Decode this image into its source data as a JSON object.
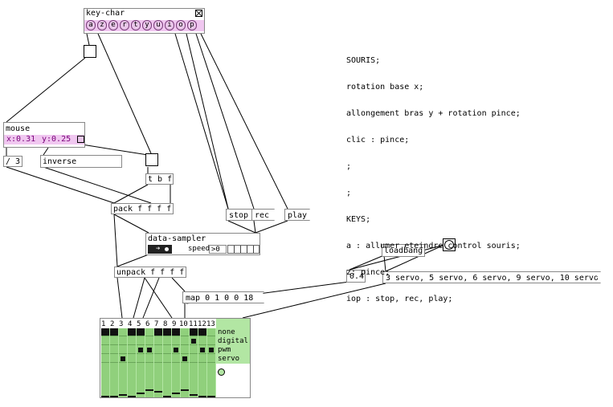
{
  "key_char": {
    "title": "key-char",
    "keys": [
      "a",
      "z",
      "e",
      "r",
      "t",
      "y",
      "u",
      "i",
      "o",
      "p"
    ]
  },
  "mouse": {
    "title": "mouse",
    "x_label": "x:0.31",
    "y_label": "y:0.25"
  },
  "objects": {
    "div3": "/ 3",
    "inverse": "inverse",
    "tbf": "t b f",
    "pack": "pack f f f f",
    "unpack": "unpack f f f f",
    "loadbang": "loadbang"
  },
  "messages": {
    "stop": "stop",
    "rec": "rec",
    "play": "play",
    "map": "map 0 1 0 0 18",
    "servo_list": "3 servo, 5 servo, 6 servo, 9 servo, 10 servo"
  },
  "numbers": {
    "num04": "0.4"
  },
  "data_sampler": {
    "title": "data-sampler",
    "speed_label": "speed",
    "speed_value": ">0"
  },
  "pin_matrix": {
    "pins": [
      "1",
      "2",
      "3",
      "4",
      "5",
      "6",
      "7",
      "8",
      "9",
      "10",
      "11",
      "12",
      "13"
    ],
    "modes": [
      "none",
      "digital",
      "pwm",
      "servo"
    ]
  },
  "comment_lines": [
    "SOURIS;",
    "rotation base x;",
    "allongement bras y + rotation pince;",
    "clic : pince;",
    ";",
    ";",
    "KEYS;",
    "a : allumer eteindre control souris;",
    "z: pince;",
    "iop : stop, rec, play;"
  ],
  "colors": {
    "key_bg": "#e9c6e9",
    "matrix_green": "#b2e6a3",
    "matrix_cell": "#90d07c"
  }
}
